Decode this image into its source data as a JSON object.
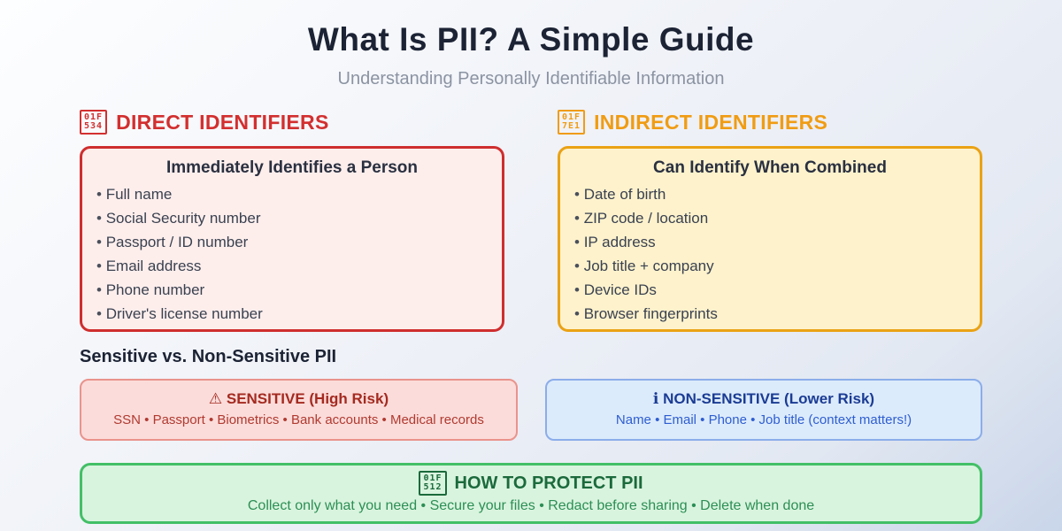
{
  "page": {
    "title": "What Is PII? A Simple Guide",
    "subtitle": "Understanding Personally Identifiable Information"
  },
  "colors": {
    "direct_accent": "#d32f2f",
    "indirect_accent": "#f09c13",
    "sensitive_accent": "#a42a20",
    "nonsensitive_accent": "#1b3c94",
    "protect_accent": "#1b6a3c",
    "title_text": "#1c2334",
    "subtitle_text": "#8b93a2"
  },
  "columns": [
    {
      "header": "DIRECT IDENTIFIERS",
      "icon": {
        "name": "red-circle-emoji",
        "codepoint_hex_top": "01F",
        "codepoint_hex_bottom": "534"
      },
      "box_title": "Immediately Identifies a Person",
      "items": [
        "Full name",
        "Social Security number",
        "Passport / ID number",
        "Email address",
        "Phone number",
        "Driver's license number"
      ]
    },
    {
      "header": "INDIRECT IDENTIFIERS",
      "icon": {
        "name": "yellow-circle-emoji",
        "codepoint_hex_top": "01F",
        "codepoint_hex_bottom": "7E1"
      },
      "box_title": "Can Identify When Combined",
      "items": [
        "Date of birth",
        "ZIP code / location",
        "IP address",
        "Job title + company",
        "Device IDs",
        "Browser fingerprints"
      ]
    }
  ],
  "sensitivity": {
    "heading": "Sensitive vs. Non-Sensitive PII",
    "sensitive": {
      "title": "⚠ SENSITIVE (High Risk)",
      "items_line": "SSN • Passport • Biometrics • Bank accounts • Medical records"
    },
    "non_sensitive": {
      "title": "ℹ NON-SENSITIVE (Lower Risk)",
      "items_line": "Name • Email • Phone • Job title (context matters!)"
    }
  },
  "protect": {
    "icon": {
      "name": "lock-emoji",
      "codepoint_hex_top": "01F",
      "codepoint_hex_bottom": "512"
    },
    "title": "HOW TO PROTECT PII",
    "items_line": "Collect only what you need • Secure your files • Redact before sharing • Delete when done"
  }
}
